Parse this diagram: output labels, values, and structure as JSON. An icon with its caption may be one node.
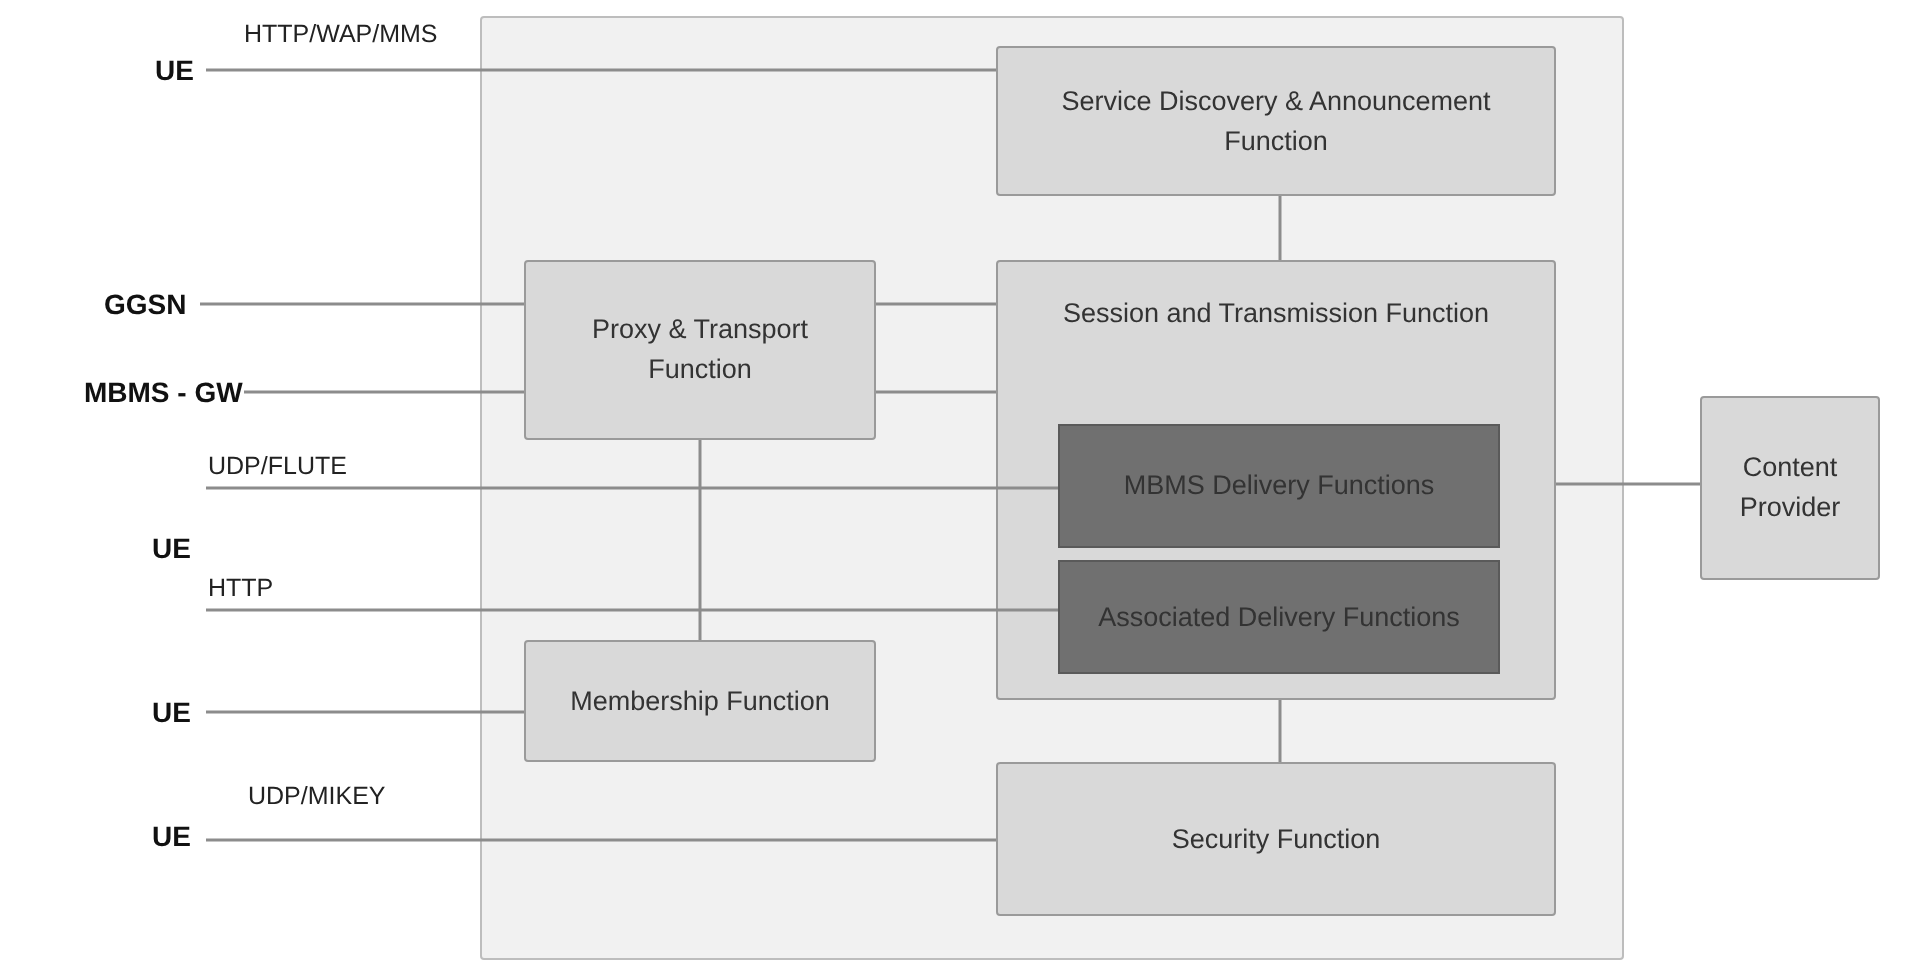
{
  "diagram": {
    "nodes": [
      {
        "text": [
          "UE"
        ]
      },
      {
        "text": [],
        "shape": "box"
      },
      {
        "text": [
          "Service Discovery & Announcement Function"
        ],
        "in": 1
      },
      {
        "text": [
          "GGSN"
        ]
      },
      {
        "text": [
          "MBMS - GW"
        ]
      },
      {
        "text": [
          "Proxy & Transport Function"
        ],
        "in": 1
      },
      {
        "text": [
          "Session and Transmission Function"
        ],
        "in": 1
      },
      {
        "text": [
          "MBMS Delivery Functions"
        ],
        "in": 6
      },
      {
        "text": [
          "Associated Delivery Functions"
        ],
        "in": 6
      },
      {
        "text": [
          "Content Provider"
        ]
      },
      {
        "text": [
          "UE"
        ]
      },
      {
        "text": [
          "Membership Function"
        ],
        "in": 1
      },
      {
        "text": [
          "UE"
        ]
      },
      {
        "text": [
          "Security Function"
        ],
        "in": 1
      },
      {
        "text": [
          "UE"
        ]
      }
    ],
    "edges": [
      {
        "from": 0,
        "to": 2,
        "arrow": "none",
        "label": "HTTP/WAP/MMS"
      },
      {
        "from": 3,
        "to": 5,
        "arrow": "none"
      },
      {
        "from": 4,
        "to": 5,
        "arrow": "none"
      },
      {
        "from": 5,
        "to": 6,
        "arrow": "none"
      },
      {
        "from": 5,
        "to": 6,
        "arrow": "none"
      },
      {
        "from": 2,
        "to": 6,
        "arrow": "none"
      },
      {
        "from": 10,
        "to": 7,
        "arrow": "none",
        "label": "UDP/FLUTE"
      },
      {
        "from": 10,
        "to": 8,
        "arrow": "none",
        "label": "HTTP"
      },
      {
        "from": 5,
        "to": 11,
        "arrow": "none"
      },
      {
        "from": 6,
        "to": 9,
        "arrow": "none"
      },
      {
        "from": 12,
        "to": 11,
        "arrow": "none"
      },
      {
        "from": 6,
        "to": 13,
        "arrow": "none"
      },
      {
        "from": 14,
        "to": 13,
        "arrow": "none",
        "label": "UDP/MIKEY"
      }
    ]
  }
}
